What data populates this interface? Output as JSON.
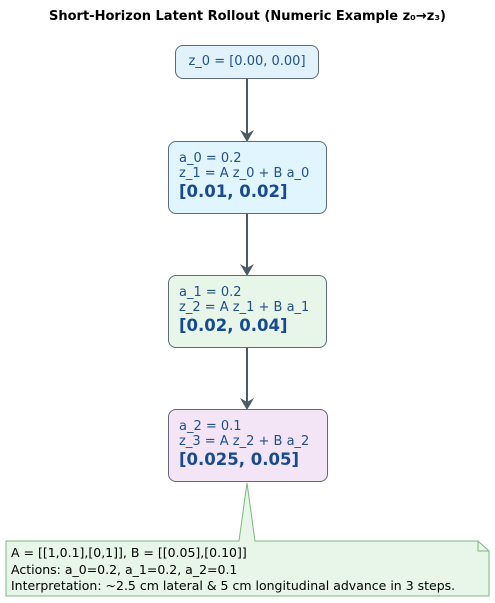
{
  "title": "Short-Horizon Latent Rollout (Numeric Example z₀→z₃)",
  "nodes": [
    {
      "lines": [
        "z_0 = [0.00, 0.00]"
      ],
      "result": ""
    },
    {
      "lines": [
        "a_0 = 0.2",
        "z_1 = A z_0 + B a_0"
      ],
      "result": "[0.01, 0.02]"
    },
    {
      "lines": [
        "a_1 = 0.2",
        "z_2 = A z_1 + B a_1"
      ],
      "result": "[0.02, 0.04]"
    },
    {
      "lines": [
        "a_2 = 0.1",
        "z_3 = A z_2 + B a_2"
      ],
      "result": "[0.025, 0.05]"
    }
  ],
  "note": {
    "lines": [
      "A = [[1,0.1],[0,1]],  B = [[0.05],[0.10]]",
      "Actions: a_0=0.2, a_1=0.2, a_2=0.1",
      "Interpretation: ~2.5 cm lateral & 5 cm longitudinal advance in 3 steps."
    ]
  },
  "colors": {
    "node0_fill": "#e1f2fc",
    "node1_fill": "#e1f5fe",
    "node2_fill": "#e8f5e9",
    "node3_fill": "#f3e5f5",
    "note_fill": "#e8f5e9",
    "note_border": "#7cb87e",
    "text": "#1f4f8c",
    "arrow": "#4a5a66"
  }
}
